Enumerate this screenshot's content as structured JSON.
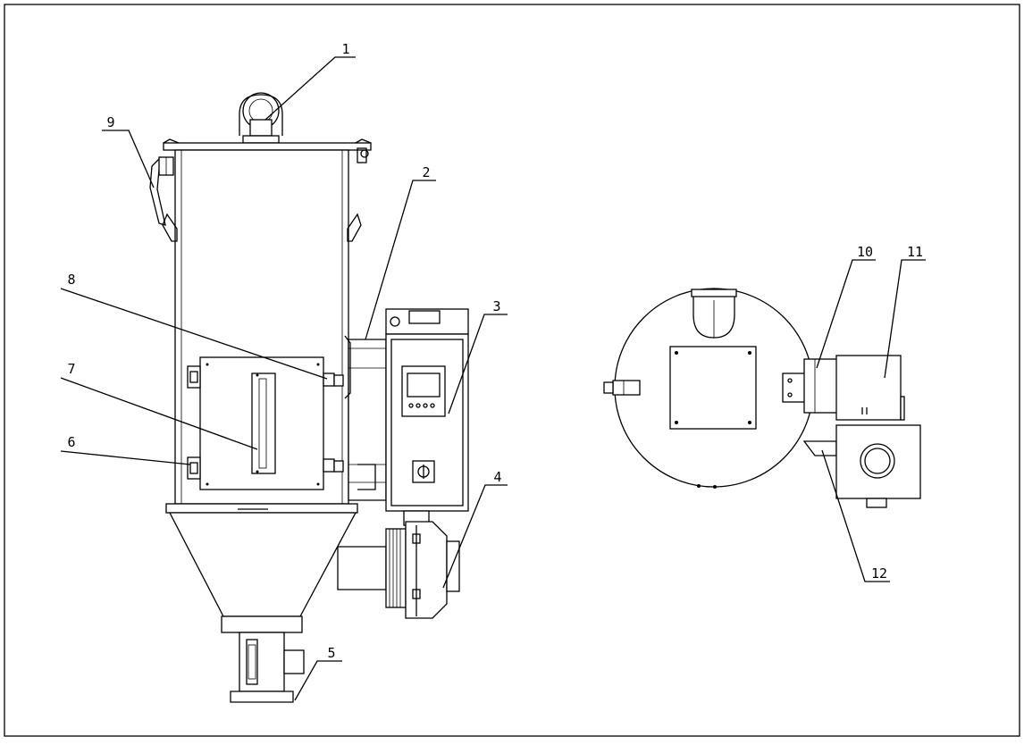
{
  "drawing": {
    "colors": {
      "line": "#000000",
      "paper": "#ffffff"
    },
    "callouts": [
      "1",
      "2",
      "3",
      "4",
      "5",
      "6",
      "7",
      "8",
      "9",
      "10",
      "11",
      "12"
    ],
    "display": {
      "readout": ""
    }
  }
}
